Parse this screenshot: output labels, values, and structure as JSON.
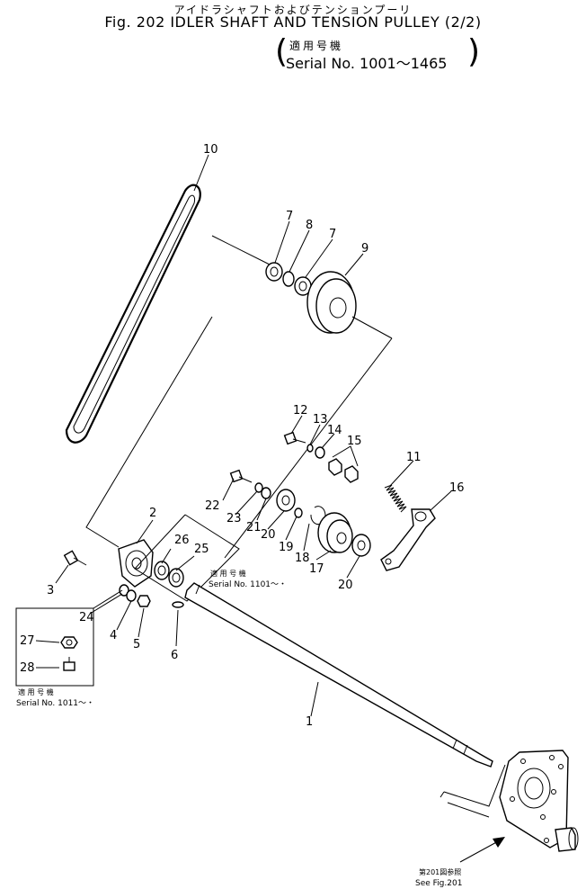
{
  "header": {
    "title_jp": "アイドラシャフトおよびテンションプーリ",
    "title_en": "Fig. 202 IDLER SHAFT AND TENSION PULLEY (2/2)",
    "applicability_jp": "適用号機",
    "applicability_en": "Serial No. 1001～1465"
  },
  "callouts": {
    "c1": "1",
    "c2": "2",
    "c3": "3",
    "c4": "4",
    "c5": "5",
    "c6": "6",
    "c7a": "7",
    "c7b": "7",
    "c8": "8",
    "c9": "9",
    "c10": "10",
    "c11": "11",
    "c12": "12",
    "c13": "13",
    "c14": "14",
    "c15": "15",
    "c16": "16",
    "c17": "17",
    "c18": "18",
    "c19": "19",
    "c20a": "20",
    "c20b": "20",
    "c21": "21",
    "c22": "22",
    "c23": "23",
    "c24": "24",
    "c25": "25",
    "c26": "26",
    "c27": "27",
    "c28": "28"
  },
  "notes": {
    "serial_1101_jp": "適 用 号 機",
    "serial_1101_en": "Serial No. 1101～・",
    "serial_1011_jp": "適 用 号 機",
    "serial_1011_en": "Serial No. 1011～・",
    "ref_jp": "第201図参照",
    "ref_en": "See Fig.201"
  }
}
